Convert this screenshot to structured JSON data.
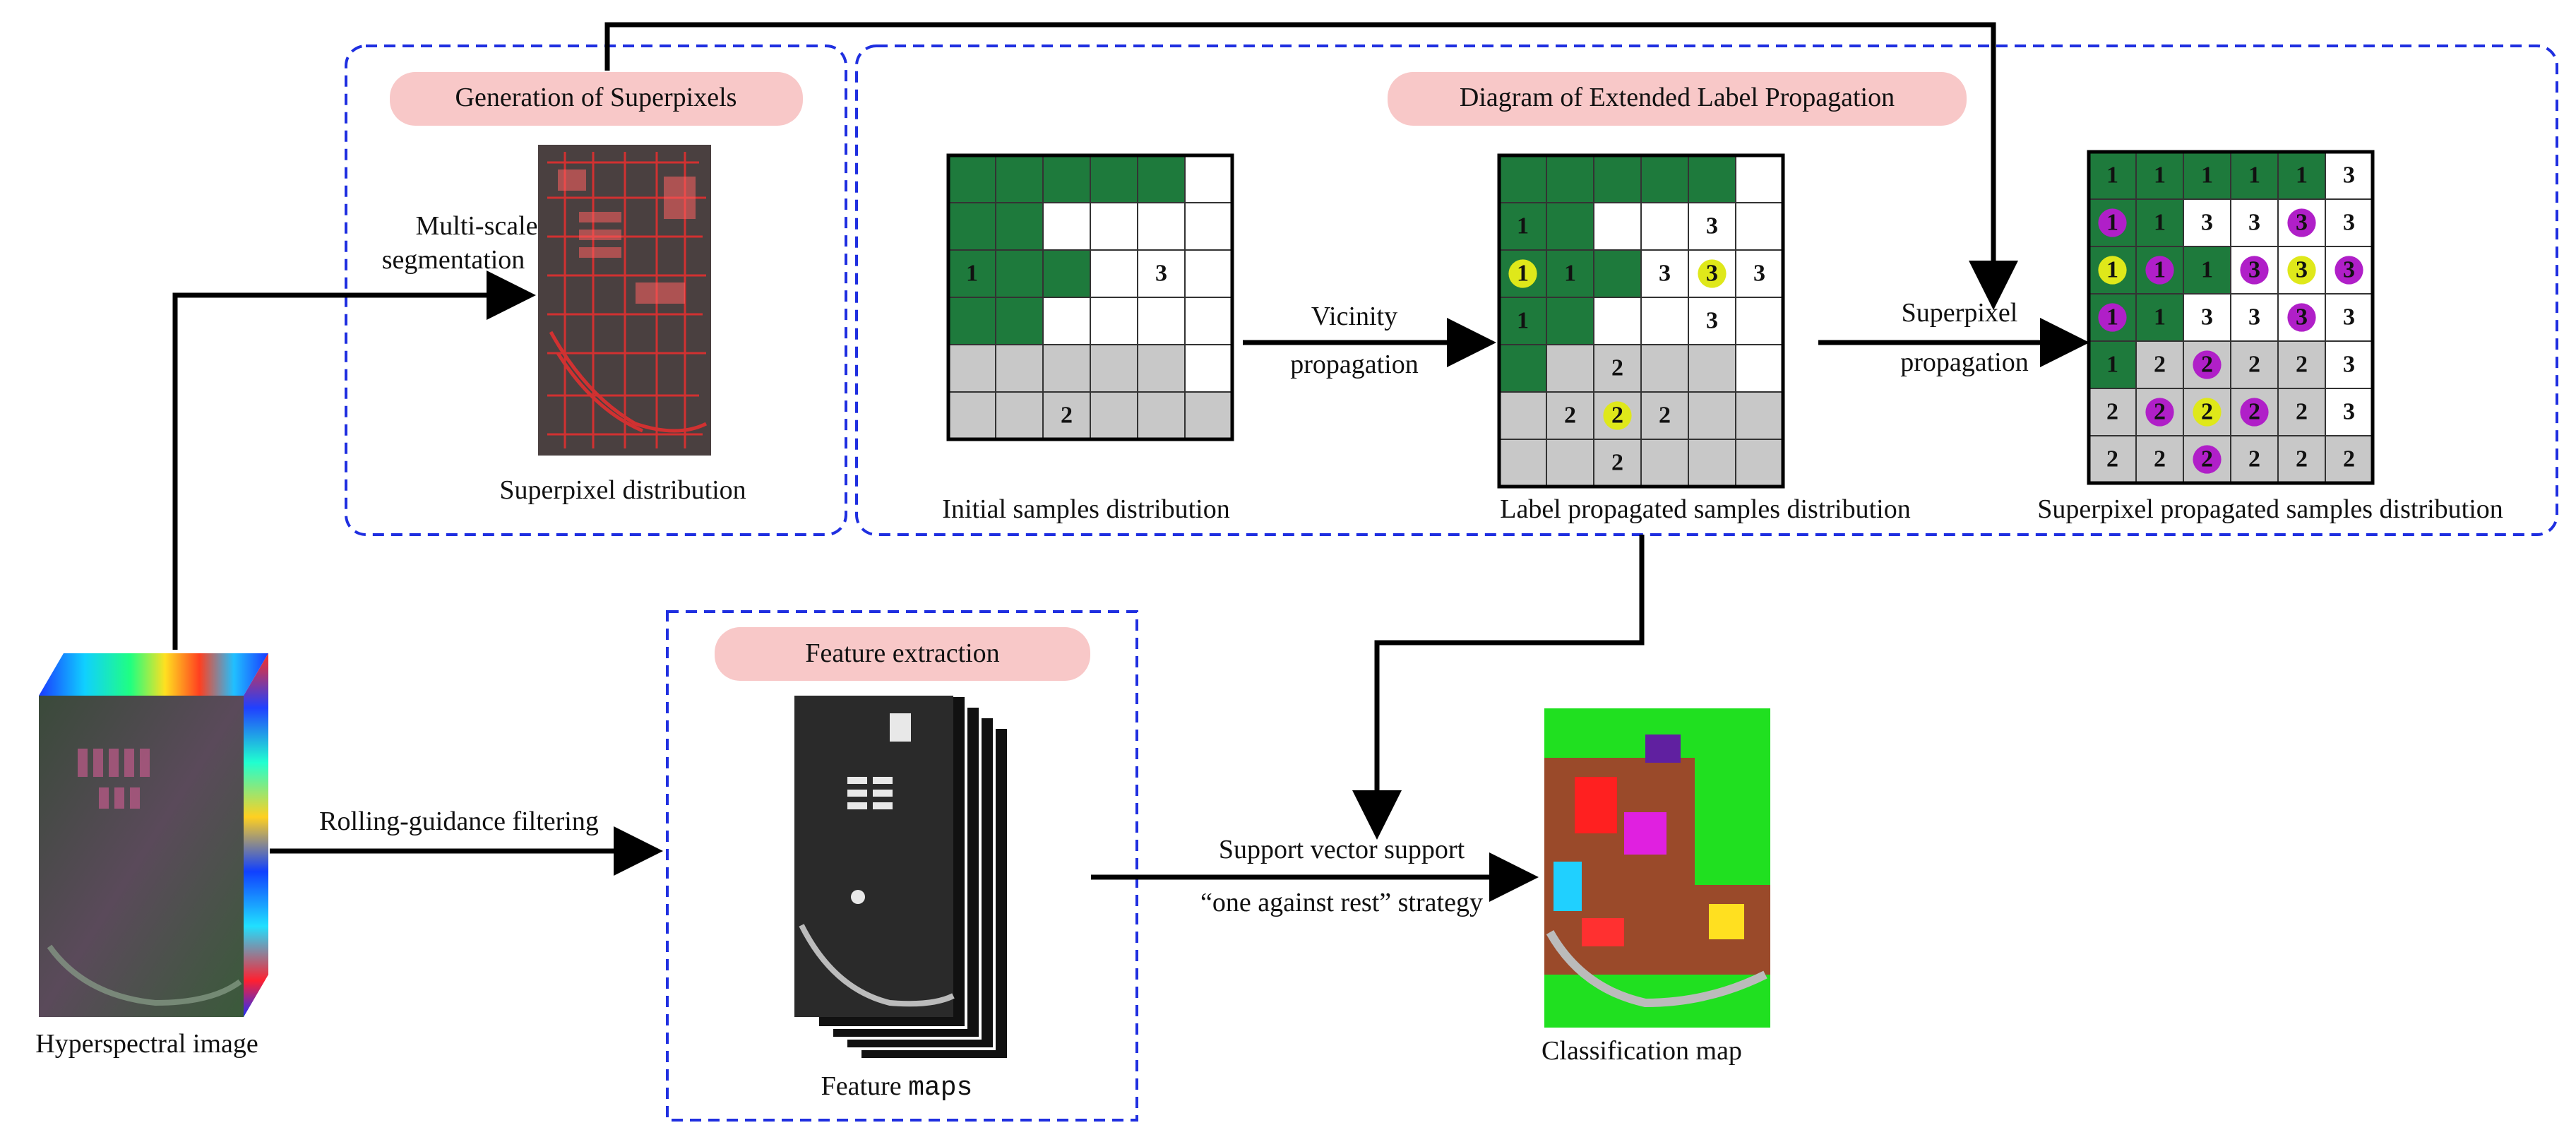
{
  "titles": {
    "superpixels": "Generation of Superpixels",
    "propagation": "Diagram of Extended Label Propagation",
    "features": "Feature extraction"
  },
  "labels": {
    "multiscale_line1": "Multi-scale",
    "multiscale_line2": "segmentation",
    "superpixel_distribution": "Superpixel distribution",
    "initial_samples": "Initial samples distribution",
    "label_propagated": "Label propagated samples distribution",
    "superpixel_propagated": "Superpixel propagated samples distribution",
    "vicinity_line1": "Vicinity",
    "vicinity_line2": "propagation",
    "superpixel_prop_line1": "Superpixel",
    "superpixel_prop_line2": "propagation",
    "hyperspectral": "Hyperspectral image",
    "rolling": "Rolling-guidance filtering",
    "feature_maps_word": "Feature",
    "feature_maps_mono": "maps",
    "svm_line1": "Support vector support",
    "svm_line2": "“one against rest” strategy",
    "classification": "Classification map"
  },
  "colors": {
    "blue_dash": "#1f2fe0",
    "pink_title": "#f8c8c8",
    "green": "#1e7a3c",
    "gray": "#c8c8c8",
    "red_border": "#e02020",
    "navy_border": "#1a2a7a",
    "yellow_marker": "#dfe81a",
    "magenta_marker": "#b01fc8"
  },
  "grids": {
    "initial": {
      "cells": [
        "GGGGGW",
        "GGWWWW",
        "GGGWWW",
        "GGWWWW",
        "YYYYYW",
        "YYYYYY"
      ],
      "labels": [
        {
          "r": 2,
          "c": 0,
          "t": "1"
        },
        {
          "r": 2,
          "c": 4,
          "t": "3"
        },
        {
          "r": 5,
          "c": 2,
          "t": "2"
        }
      ]
    },
    "label_propagated": {
      "cells": [
        "GGGGGW",
        "GGWWWW",
        "GGGWWW",
        "GGWWWW",
        "GYYYYW",
        "YYYYYY",
        "YYYYYY"
      ],
      "labels": [
        {
          "r": 1,
          "c": 0,
          "t": "1"
        },
        {
          "r": 1,
          "c": 4,
          "t": "3"
        },
        {
          "r": 2,
          "c": 0,
          "t": "1",
          "m": "y"
        },
        {
          "r": 2,
          "c": 1,
          "t": "1"
        },
        {
          "r": 2,
          "c": 3,
          "t": "3"
        },
        {
          "r": 2,
          "c": 4,
          "t": "3",
          "m": "y"
        },
        {
          "r": 2,
          "c": 5,
          "t": "3"
        },
        {
          "r": 3,
          "c": 0,
          "t": "1"
        },
        {
          "r": 3,
          "c": 4,
          "t": "3"
        },
        {
          "r": 4,
          "c": 2,
          "t": "2"
        },
        {
          "r": 5,
          "c": 1,
          "t": "2"
        },
        {
          "r": 5,
          "c": 2,
          "t": "2",
          "m": "y"
        },
        {
          "r": 5,
          "c": 3,
          "t": "2"
        },
        {
          "r": 6,
          "c": 2,
          "t": "2"
        }
      ]
    },
    "superpixel_propagated": {
      "cells": [
        "GGGGGW",
        "GGWWWW",
        "GGGWWW",
        "GGWWWW",
        "GYYYYW",
        "YYYYYW",
        "YYYYYY"
      ],
      "labels": [
        {
          "r": 0,
          "c": 0,
          "t": "1"
        },
        {
          "r": 0,
          "c": 1,
          "t": "1"
        },
        {
          "r": 0,
          "c": 2,
          "t": "1"
        },
        {
          "r": 0,
          "c": 3,
          "t": "1"
        },
        {
          "r": 0,
          "c": 4,
          "t": "1"
        },
        {
          "r": 0,
          "c": 5,
          "t": "3"
        },
        {
          "r": 1,
          "c": 0,
          "t": "1",
          "m": "m"
        },
        {
          "r": 1,
          "c": 1,
          "t": "1"
        },
        {
          "r": 1,
          "c": 2,
          "t": "3"
        },
        {
          "r": 1,
          "c": 3,
          "t": "3"
        },
        {
          "r": 1,
          "c": 4,
          "t": "3",
          "m": "m"
        },
        {
          "r": 1,
          "c": 5,
          "t": "3"
        },
        {
          "r": 2,
          "c": 0,
          "t": "1",
          "m": "y"
        },
        {
          "r": 2,
          "c": 1,
          "t": "1",
          "m": "m"
        },
        {
          "r": 2,
          "c": 2,
          "t": "1"
        },
        {
          "r": 2,
          "c": 3,
          "t": "3",
          "m": "m"
        },
        {
          "r": 2,
          "c": 4,
          "t": "3",
          "m": "y"
        },
        {
          "r": 2,
          "c": 5,
          "t": "3",
          "m": "m"
        },
        {
          "r": 3,
          "c": 0,
          "t": "1",
          "m": "m"
        },
        {
          "r": 3,
          "c": 1,
          "t": "1"
        },
        {
          "r": 3,
          "c": 2,
          "t": "3"
        },
        {
          "r": 3,
          "c": 3,
          "t": "3"
        },
        {
          "r": 3,
          "c": 4,
          "t": "3",
          "m": "m"
        },
        {
          "r": 3,
          "c": 5,
          "t": "3"
        },
        {
          "r": 4,
          "c": 0,
          "t": "1"
        },
        {
          "r": 4,
          "c": 1,
          "t": "2"
        },
        {
          "r": 4,
          "c": 2,
          "t": "2",
          "m": "m"
        },
        {
          "r": 4,
          "c": 3,
          "t": "2"
        },
        {
          "r": 4,
          "c": 4,
          "t": "2"
        },
        {
          "r": 4,
          "c": 5,
          "t": "3"
        },
        {
          "r": 5,
          "c": 0,
          "t": "2"
        },
        {
          "r": 5,
          "c": 1,
          "t": "2",
          "m": "m"
        },
        {
          "r": 5,
          "c": 2,
          "t": "2",
          "m": "y"
        },
        {
          "r": 5,
          "c": 3,
          "t": "2",
          "m": "m"
        },
        {
          "r": 5,
          "c": 4,
          "t": "2"
        },
        {
          "r": 5,
          "c": 5,
          "t": "3"
        },
        {
          "r": 6,
          "c": 0,
          "t": "2"
        },
        {
          "r": 6,
          "c": 1,
          "t": "2"
        },
        {
          "r": 6,
          "c": 2,
          "t": "2",
          "m": "m"
        },
        {
          "r": 6,
          "c": 3,
          "t": "2"
        },
        {
          "r": 6,
          "c": 4,
          "t": "2"
        },
        {
          "r": 6,
          "c": 5,
          "t": "2"
        }
      ]
    }
  }
}
